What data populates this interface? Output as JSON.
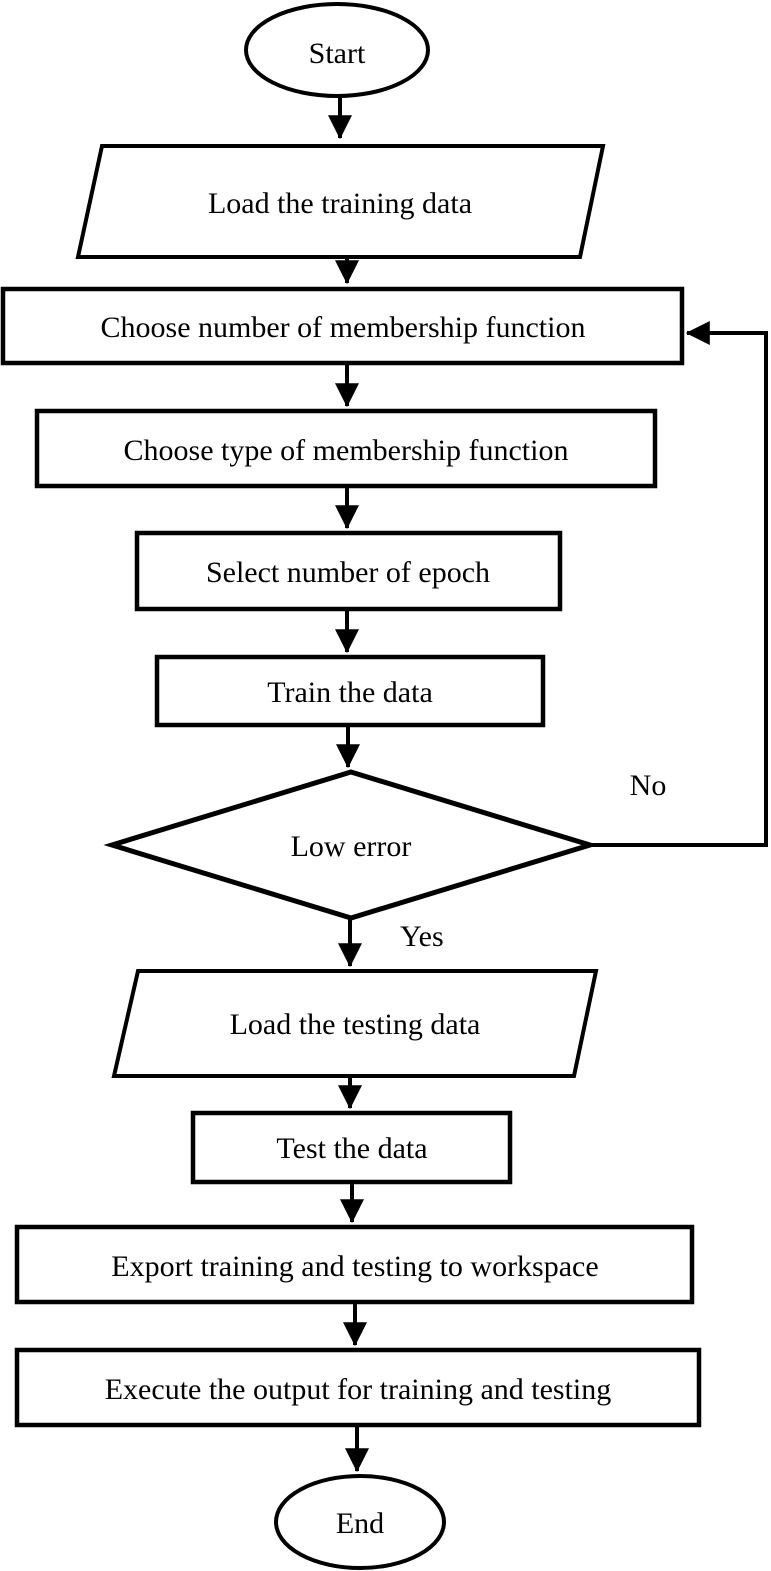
{
  "figure": {
    "type": "flowchart",
    "background_color": "#ffffff",
    "line_color": "#000000",
    "nodes": {
      "start": {
        "shape": "terminator",
        "label": "Start"
      },
      "load_training": {
        "shape": "parallelogram",
        "label": "Load the training data"
      },
      "choose_number_mf": {
        "shape": "process",
        "label": "Choose number of membership function"
      },
      "choose_type_mf": {
        "shape": "process",
        "label": "Choose type of membership function"
      },
      "select_epoch": {
        "shape": "process",
        "label": "Select number of epoch"
      },
      "train_data": {
        "shape": "process",
        "label": "Train the data"
      },
      "low_error": {
        "shape": "decision",
        "label": "Low error"
      },
      "load_testing": {
        "shape": "parallelogram",
        "label": "Load the testing data"
      },
      "test_data": {
        "shape": "process",
        "label": "Test the data"
      },
      "export_workspace": {
        "shape": "process",
        "label": "Export training and testing to workspace"
      },
      "execute_output": {
        "shape": "process",
        "label": "Execute the output for training and testing"
      },
      "end": {
        "shape": "terminator",
        "label": "End"
      }
    },
    "edges": [
      {
        "from": "start",
        "to": "load_training",
        "label": ""
      },
      {
        "from": "load_training",
        "to": "choose_number_mf",
        "label": ""
      },
      {
        "from": "choose_number_mf",
        "to": "choose_type_mf",
        "label": ""
      },
      {
        "from": "choose_type_mf",
        "to": "select_epoch",
        "label": ""
      },
      {
        "from": "select_epoch",
        "to": "train_data",
        "label": ""
      },
      {
        "from": "train_data",
        "to": "low_error",
        "label": ""
      },
      {
        "from": "low_error",
        "to": "load_testing",
        "label": "Yes"
      },
      {
        "from": "low_error",
        "to": "choose_number_mf",
        "label": "No"
      },
      {
        "from": "load_testing",
        "to": "test_data",
        "label": ""
      },
      {
        "from": "test_data",
        "to": "export_workspace",
        "label": ""
      },
      {
        "from": "export_workspace",
        "to": "execute_output",
        "label": ""
      },
      {
        "from": "execute_output",
        "to": "end",
        "label": ""
      }
    ]
  }
}
